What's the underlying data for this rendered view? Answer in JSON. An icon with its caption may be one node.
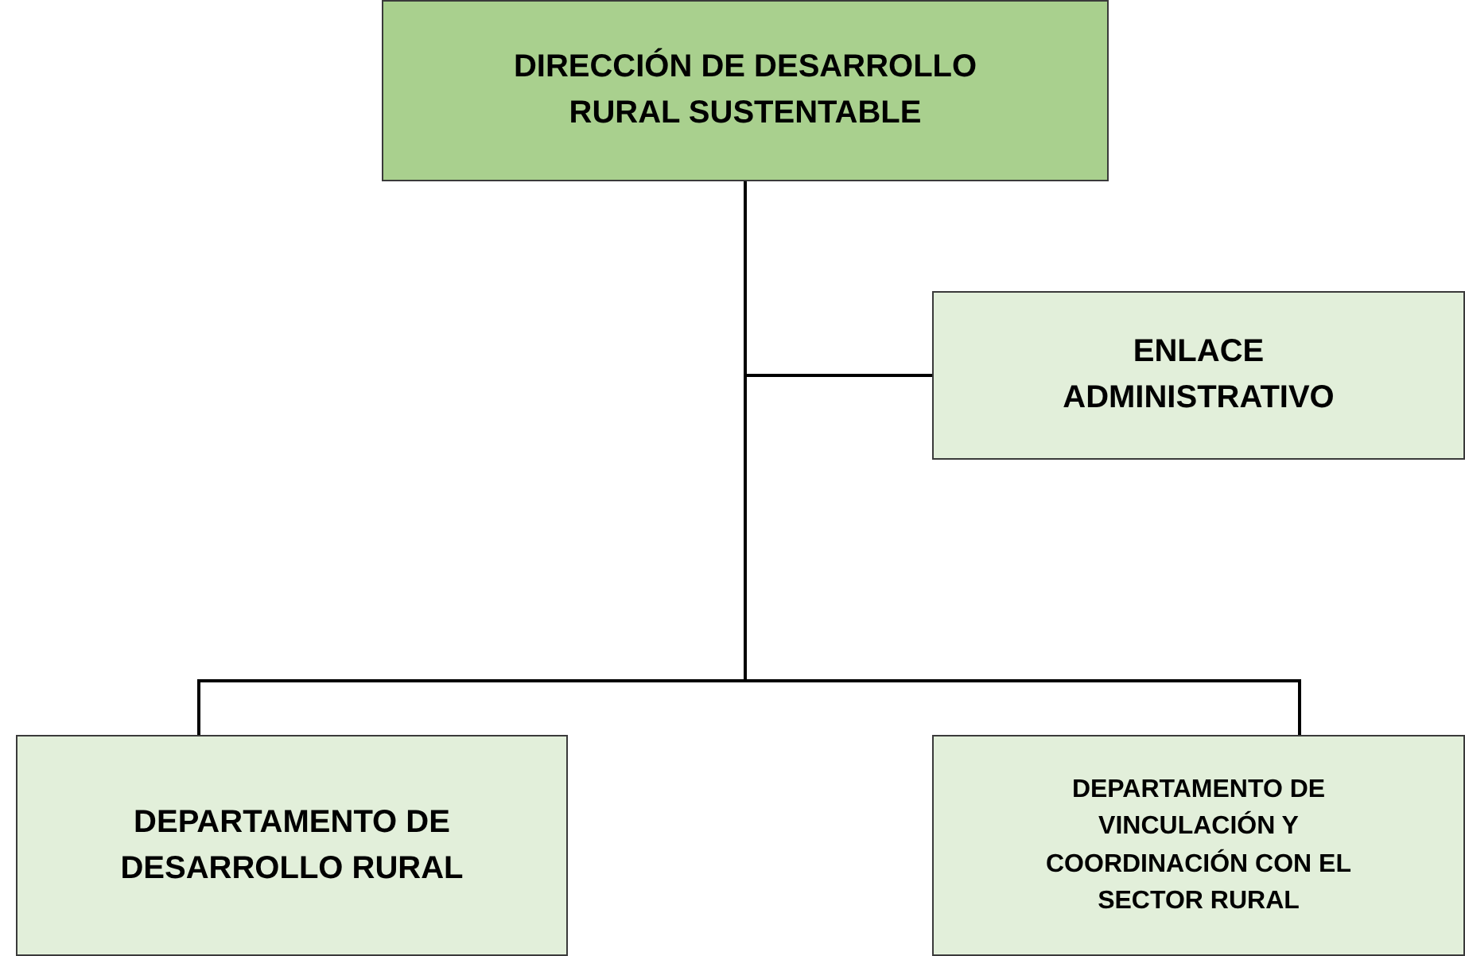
{
  "diagram": {
    "nodes": [
      {
        "text": [
          "DIRECCIÓN DE DESARROLLO RURAL SUSTENTABLE"
        ]
      },
      {
        "text": [
          "ENLACE ADMINISTRATIVO"
        ]
      },
      {
        "text": [
          "DEPARTAMENTO DE DESARROLLO RURAL"
        ]
      },
      {
        "text": [
          "DEPARTAMENTO DE VINCULACIÓN Y COORDINACIÓN CON EL SECTOR RURAL"
        ]
      }
    ],
    "edges": [
      {
        "from": 0,
        "to": 1,
        "arrow": "none"
      },
      {
        "from": 0,
        "to": 2,
        "arrow": "none"
      },
      {
        "from": 0,
        "to": 3,
        "arrow": "none"
      }
    ]
  }
}
